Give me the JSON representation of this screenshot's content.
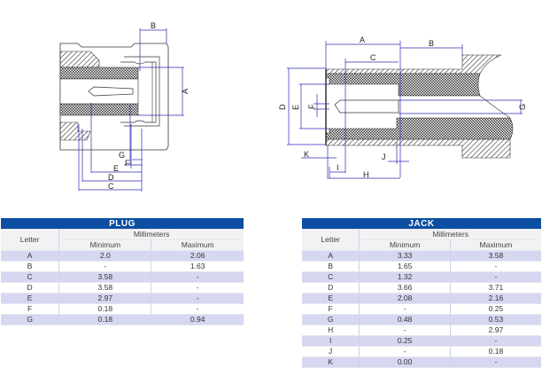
{
  "diagrams": {
    "plug": {
      "dimension_labels": [
        "A",
        "B",
        "C",
        "D",
        "E",
        "F",
        "G"
      ]
    },
    "jack": {
      "dimension_labels": [
        "A",
        "B",
        "C",
        "D",
        "E",
        "F",
        "G",
        "H",
        "I",
        "J",
        "K"
      ]
    }
  },
  "colors": {
    "header_blue": "#0b4ea2",
    "row_shade": "#d6d7f0",
    "dimension_line": "#2b2bb8"
  },
  "tables": {
    "plug": {
      "title": "PLUG",
      "col_letter": "Letter",
      "col_group": "Millimeters",
      "col_min": "Minimum",
      "col_max": "Maximum",
      "rows": [
        {
          "letter": "A",
          "min": "2.0",
          "max": "2.06"
        },
        {
          "letter": "B",
          "min": "-",
          "max": "1.63"
        },
        {
          "letter": "C",
          "min": "3.58",
          "max": "-"
        },
        {
          "letter": "D",
          "min": "3.58",
          "max": "-"
        },
        {
          "letter": "E",
          "min": "2.97",
          "max": "-"
        },
        {
          "letter": "F",
          "min": "0.18",
          "max": "-"
        },
        {
          "letter": "G",
          "min": "0.18",
          "max": "0.94"
        }
      ]
    },
    "jack": {
      "title": "JACK",
      "col_letter": "Letter",
      "col_group": "Millimeters",
      "col_min": "Minimum",
      "col_max": "Maximum",
      "rows": [
        {
          "letter": "A",
          "min": "3.33",
          "max": "3.58"
        },
        {
          "letter": "B",
          "min": "1.65",
          "max": "-"
        },
        {
          "letter": "C",
          "min": "1.32",
          "max": "-"
        },
        {
          "letter": "D",
          "min": "3.66",
          "max": "3.71"
        },
        {
          "letter": "E",
          "min": "2.08",
          "max": "2.16"
        },
        {
          "letter": "F",
          "min": "-",
          "max": "0.25"
        },
        {
          "letter": "G",
          "min": "0.48",
          "max": "0.53"
        },
        {
          "letter": "H",
          "min": "-",
          "max": "2.97"
        },
        {
          "letter": "I",
          "min": "0.25",
          "max": "-"
        },
        {
          "letter": "J",
          "min": "-",
          "max": "0.18"
        },
        {
          "letter": "K",
          "min": "0.00",
          "max": "-"
        }
      ]
    }
  }
}
